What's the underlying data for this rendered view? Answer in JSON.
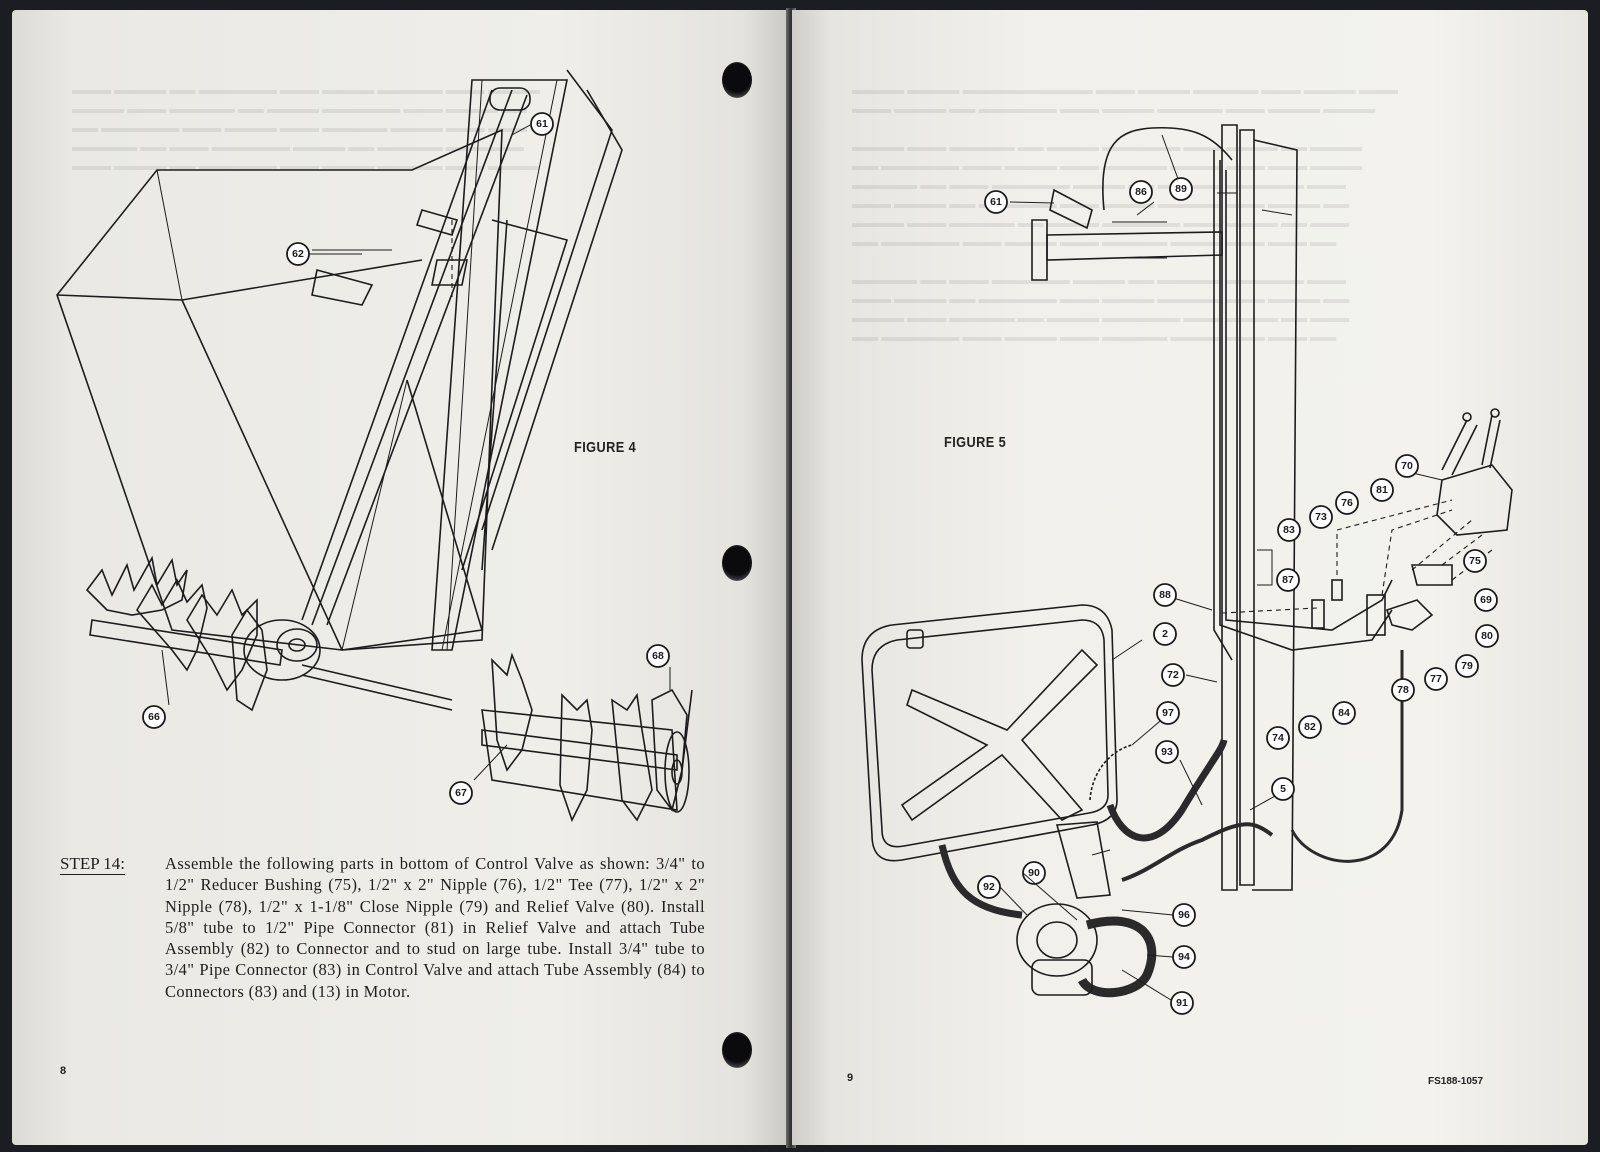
{
  "left_page": {
    "figure_caption": "FIGURE 4",
    "callouts": [
      "61",
      "62",
      "66",
      "67",
      "68"
    ],
    "step": {
      "label": "STEP 14:",
      "text": "Assemble the following parts in bottom of Control Valve as shown: 3/4\" to 1/2\" Reducer Bushing (75), 1/2\" x 2\" Nipple (76), 1/2\" Tee (77), 1/2\" x 2\" Nipple (78), 1/2\" x 1-1/8\" Close Nipple (79) and Relief Valve (80). Install 5/8\" tube to 1/2\" Pipe Connector (81) in Relief Valve and attach Tube Assembly (82) to Connector and to stud on large tube. Install 3/4\" tube to 3/4\" Pipe Connector (83) in Control Valve and attach Tube Assembly (84) to Connectors (83) and (13) in Motor."
    },
    "page_number": "8"
  },
  "right_page": {
    "figure_caption": "FIGURE 5",
    "callouts": [
      "61",
      "86",
      "89",
      "70",
      "83",
      "73",
      "76",
      "81",
      "75",
      "87",
      "69",
      "88",
      "80",
      "2",
      "77",
      "79",
      "72",
      "78",
      "84",
      "82",
      "74",
      "97",
      "93",
      "5",
      "90",
      "92",
      "96",
      "94",
      "91"
    ],
    "page_number": "9",
    "form_code": "FS188-1057"
  }
}
